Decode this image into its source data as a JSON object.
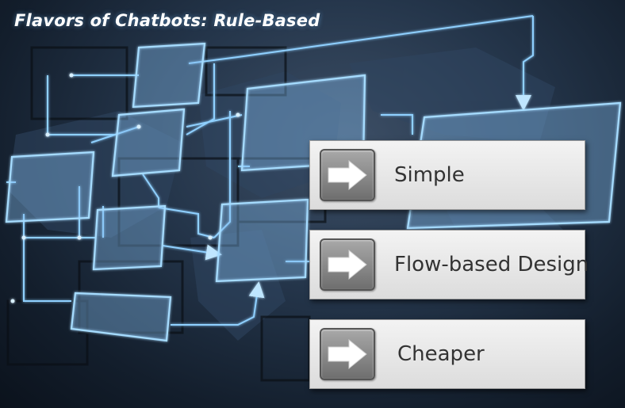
{
  "slide": {
    "title": "Flavors of Chatbots: Rule-Based"
  },
  "items": [
    {
      "label": "Simple",
      "icon": "right-arrow-icon"
    },
    {
      "label": "Flow-based Design",
      "icon": "right-arrow-icon"
    },
    {
      "label": "Cheaper",
      "icon": "right-arrow-icon"
    }
  ],
  "colors": {
    "flow_line": "#8fd0ff",
    "card_text": "#333333",
    "title_text": "#ffffff"
  }
}
